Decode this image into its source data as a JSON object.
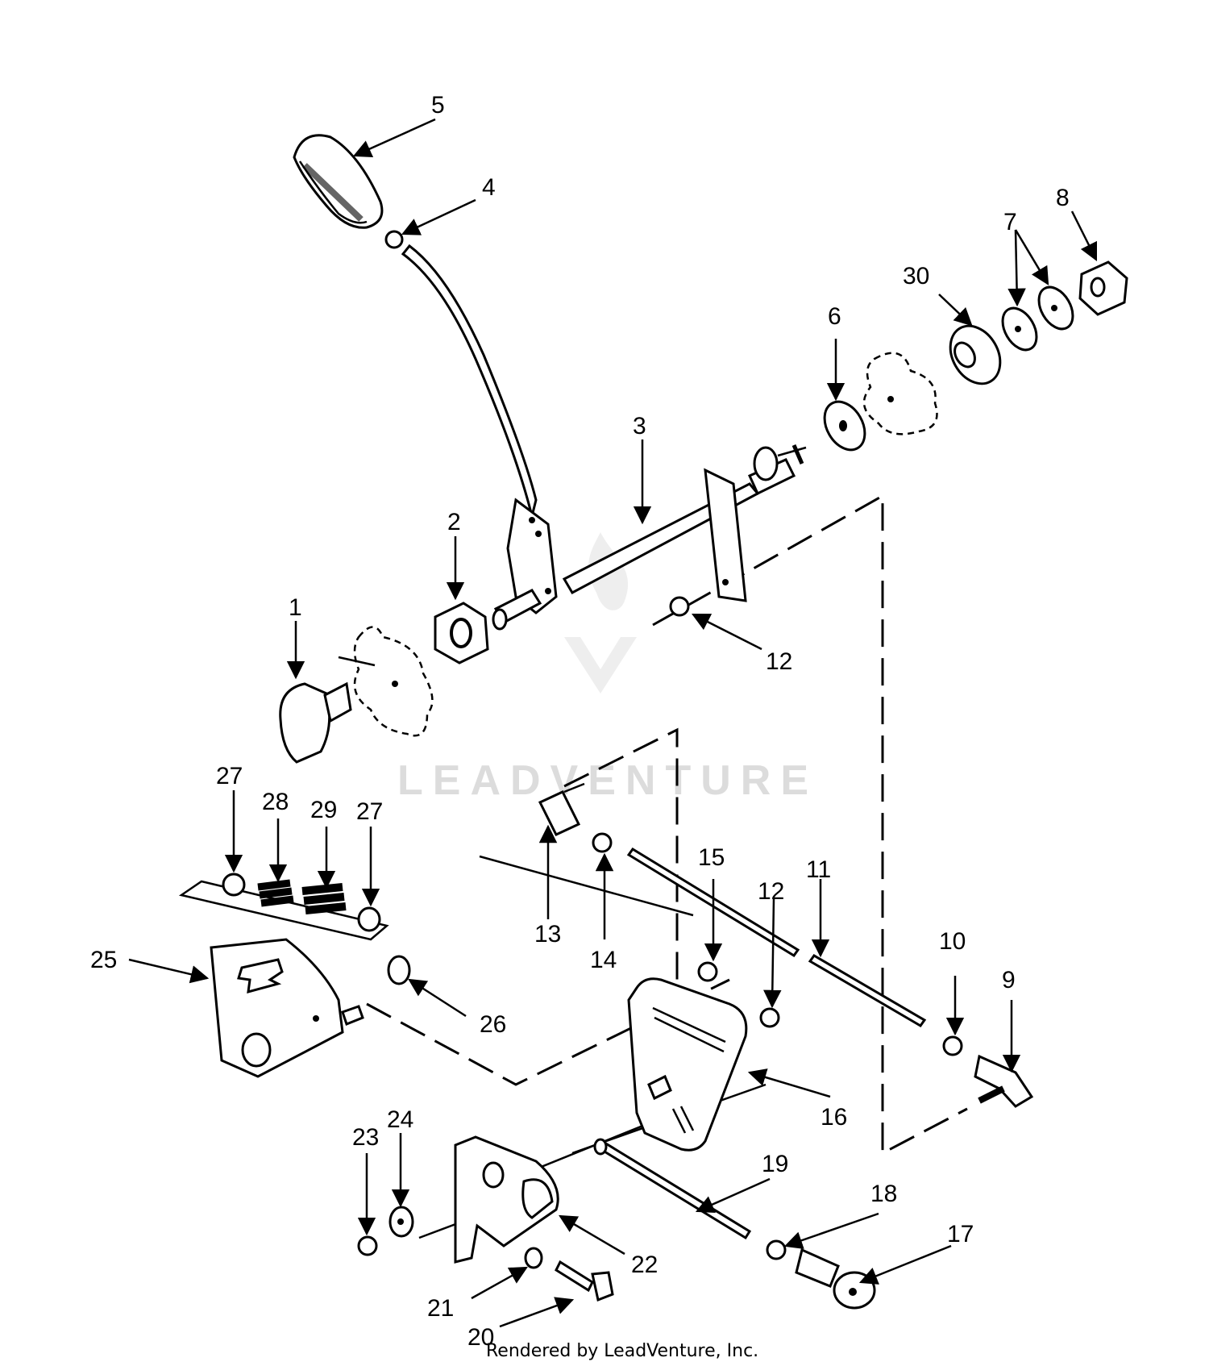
{
  "credit": "Rendered by LeadVenture, Inc.",
  "watermark": "LEADVENTURE",
  "callouts": [
    "1",
    "2",
    "3",
    "4",
    "5",
    "6",
    "7",
    "8",
    "9",
    "10",
    "11",
    "12",
    "12",
    "13",
    "14",
    "15",
    "16",
    "17",
    "18",
    "19",
    "20",
    "21",
    "22",
    "23",
    "24",
    "25",
    "26",
    "27",
    "27",
    "28",
    "29",
    "30"
  ]
}
